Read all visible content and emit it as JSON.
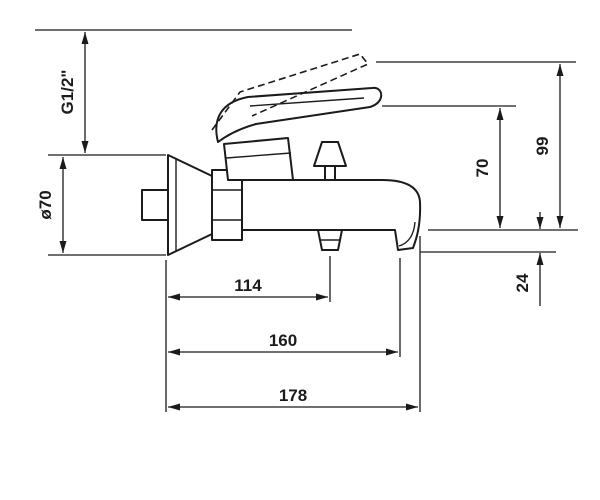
{
  "colors": {
    "ink": "#1b1b1b",
    "background": "#ffffff"
  },
  "drawing": {
    "type": "faucet-installation-dimension-drawing",
    "labels": {
      "thread": "G1/2\"",
      "escutcheon_diameter": "ø70",
      "handle_height": "70",
      "max_height": "99",
      "spout_drop": "24",
      "wall_to_diverter": "114",
      "wall_to_outlet": "160",
      "total_projection": "178"
    }
  }
}
